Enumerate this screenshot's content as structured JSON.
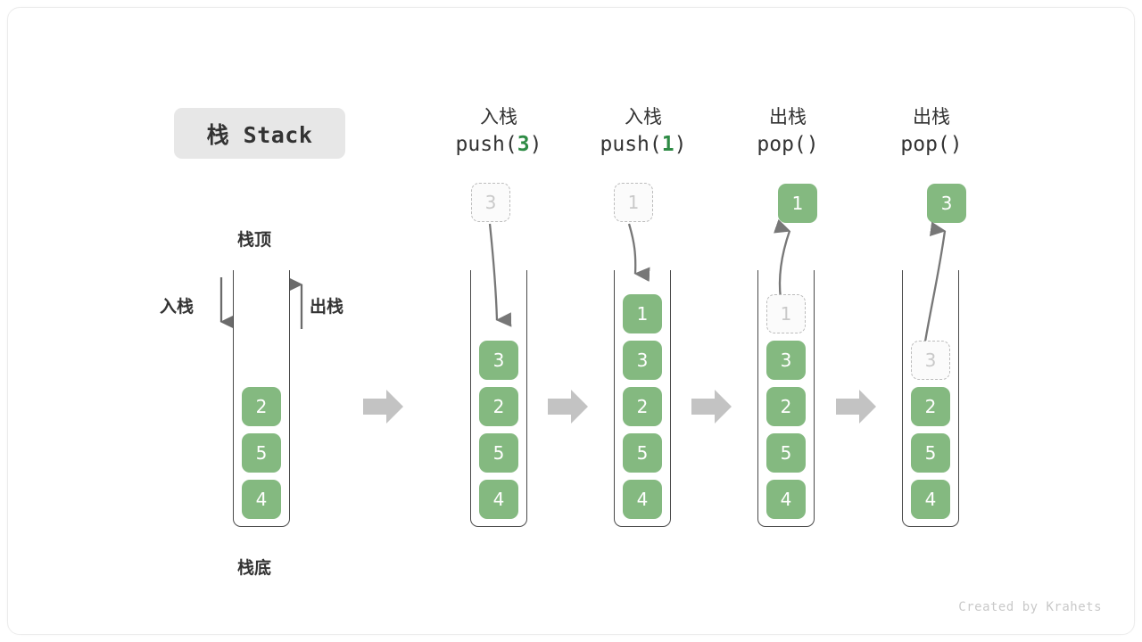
{
  "title": {
    "badge": "栈 Stack"
  },
  "legend": {
    "top_label": "栈顶",
    "bottom_label": "栈底",
    "push_label": "入栈",
    "pop_label": "出栈"
  },
  "footer": {
    "credit": "Created by Krahets"
  },
  "colors": {
    "element_green": "#84b980",
    "accent_green": "#2e8b45",
    "ghost_border": "#bdbdbd",
    "ghost_text": "#c9c9c9",
    "container_border": "#4a4a4a",
    "flow_arrow": "#c3c3c3",
    "badge_bg": "#e7e7e7",
    "text_dark": "#333333"
  },
  "columns": [
    {
      "id": "initial",
      "header_cjk": "",
      "header_code": "",
      "header_arg": "",
      "elements": [
        "2",
        "5",
        "4"
      ],
      "ghost_in_stack": null,
      "ghost_above": null,
      "result_box": null
    },
    {
      "id": "push-3",
      "header_cjk": "入栈",
      "header_code_prefix": "push(",
      "header_arg": "3",
      "header_code_suffix": ")",
      "elements": [
        "3",
        "2",
        "5",
        "4"
      ],
      "ghost_above": "3",
      "ghost_in_stack": null,
      "result_box": null
    },
    {
      "id": "push-1",
      "header_cjk": "入栈",
      "header_code_prefix": "push(",
      "header_arg": "1",
      "header_code_suffix": ")",
      "elements": [
        "1",
        "3",
        "2",
        "5",
        "4"
      ],
      "ghost_above": "1",
      "ghost_in_stack": null,
      "result_box": null
    },
    {
      "id": "pop-1",
      "header_cjk": "出栈",
      "header_code_prefix": "pop(",
      "header_arg": "",
      "header_code_suffix": ")",
      "elements": [
        "3",
        "2",
        "5",
        "4"
      ],
      "ghost_above": null,
      "ghost_in_stack": "1",
      "result_box": "1"
    },
    {
      "id": "pop-3",
      "header_cjk": "出栈",
      "header_code_prefix": "pop(",
      "header_arg": "",
      "header_code_suffix": ")",
      "elements": [
        "2",
        "5",
        "4"
      ],
      "ghost_above": null,
      "ghost_in_stack": "3",
      "result_box": "3"
    }
  ]
}
